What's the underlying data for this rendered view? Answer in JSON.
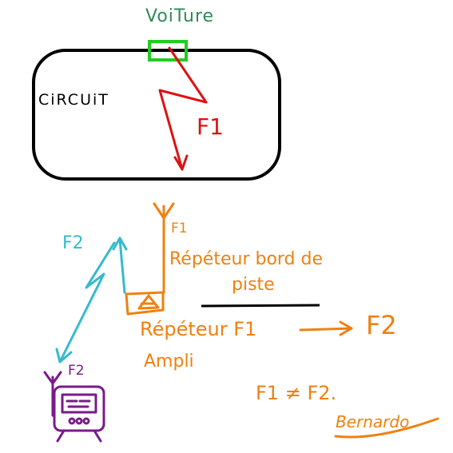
{
  "colors": {
    "green": "#2e8b57",
    "green_box": "#22cc22",
    "red": "#dd1111",
    "orange": "#f08010",
    "cyan": "#33bbcc",
    "purple": "#7a1a8a",
    "black": "#000000"
  },
  "labels": {
    "voiture": "VoiTure",
    "circuit": "CiRCUiT",
    "f1_red": "F1",
    "f1_antenna": "F1",
    "f2_cyan": "F2",
    "f2_tv": "F2",
    "repeteur_bord": "Répéteur bord de",
    "piste": "piste",
    "repeteur_f1": "Répéteur F1",
    "f2_result": "F2",
    "ampli": "Ampli",
    "inequality": "F1 ≠ F2.",
    "signature": "Bernardo"
  },
  "icons": [
    "antenna-icon",
    "amplifier-triangle-icon",
    "tv-screen-icon",
    "arrow-icon"
  ]
}
